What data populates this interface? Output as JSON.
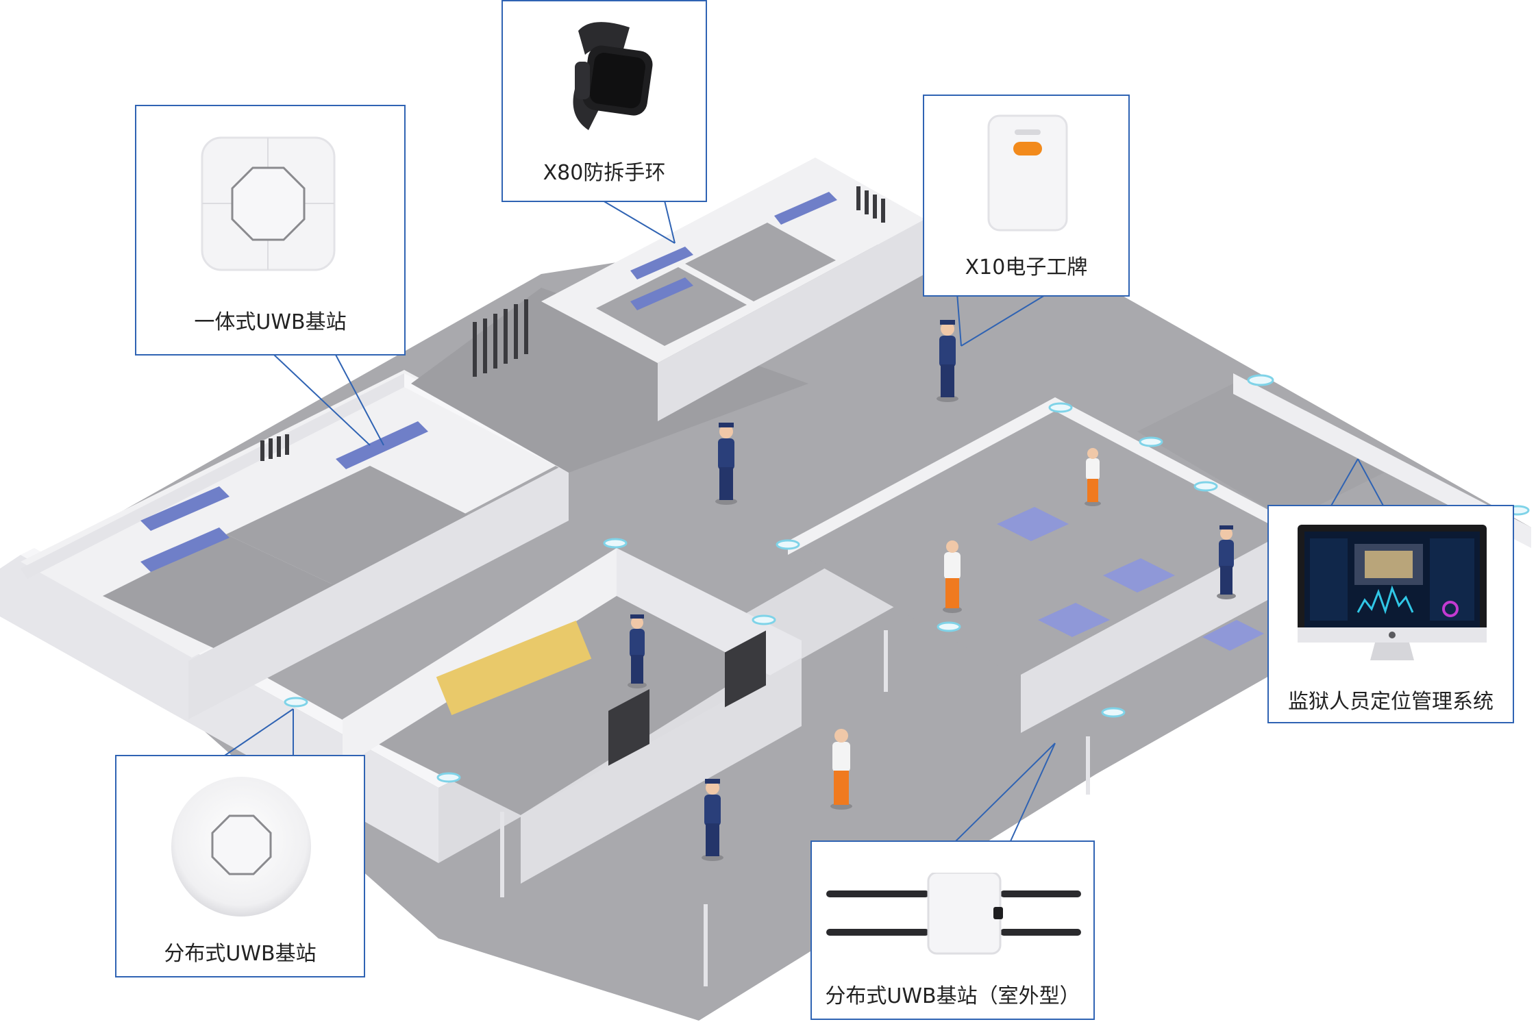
{
  "colors": {
    "callout_border": "#2f63b3",
    "wall": "#f1f1f3",
    "wall_side": "#dedee2",
    "floor": "#a7a7ab",
    "guard_uniform": "#2a3f7a",
    "inmate_uniform": "#f07a1f",
    "bed": "#6f7fc8",
    "sensor_glow": "#7fd3e8"
  },
  "callouts": [
    {
      "id": "integrated-station",
      "label": "一体式UWB基站",
      "icon": "square-octagon-station-icon"
    },
    {
      "id": "wristband",
      "label": "X80防拆手环",
      "icon": "wristband-icon"
    },
    {
      "id": "badge",
      "label": "X10电子工牌",
      "icon": "badge-tag-icon"
    },
    {
      "id": "monitor",
      "label": "监狱人员定位管理系统",
      "icon": "monitor-dashboard-icon"
    },
    {
      "id": "distributed-station",
      "label": "分布式UWB基站",
      "icon": "round-station-icon"
    },
    {
      "id": "outdoor-station",
      "label": "分布式UWB基站（室外型）",
      "icon": "antenna-station-icon"
    }
  ]
}
